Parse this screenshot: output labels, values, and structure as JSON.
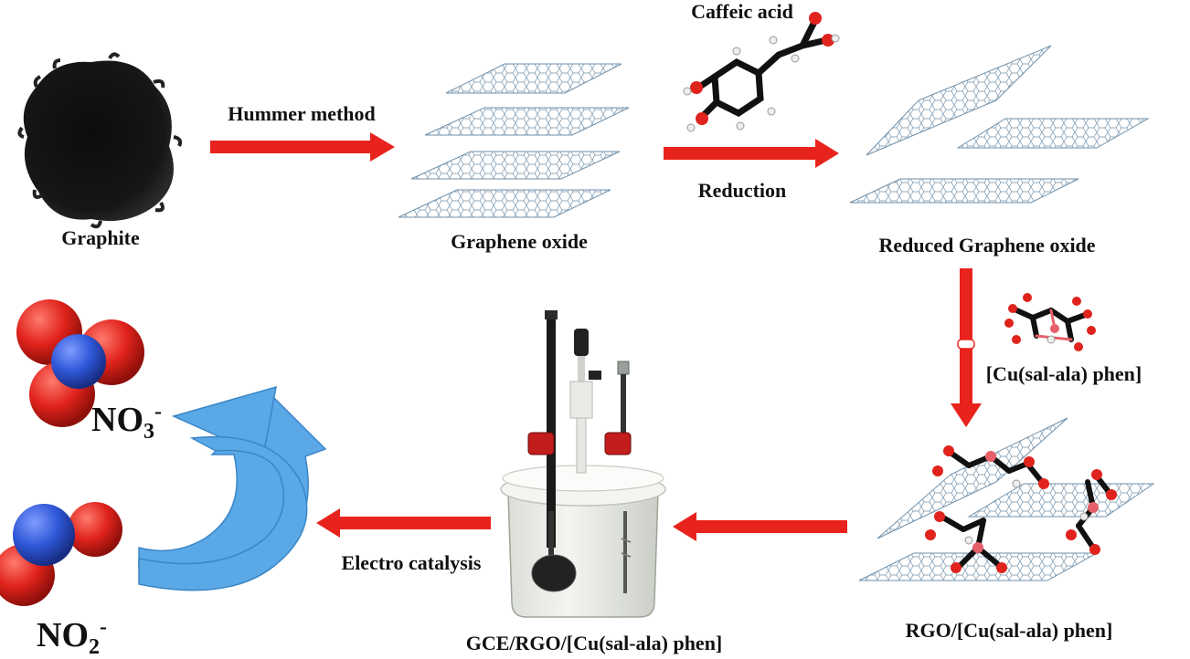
{
  "labels": {
    "graphite": "Graphite",
    "hummer": "Hummer method",
    "graphene_oxide": "Graphene oxide",
    "caffeic_acid": "Caffeic acid",
    "reduction": "Reduction",
    "rgo": "Reduced Graphene oxide",
    "complex": "[Cu(sal-ala) phen]",
    "rgo_complex": "RGO/[Cu(sal-ala) phen]",
    "gce": "GCE/RGO/[Cu(sal-ala) phen]",
    "electro": "Electro catalysis",
    "no3_base": "NO",
    "no3_sub": "3",
    "no3_sup": "-",
    "no2_base": "NO",
    "no2_sub": "2",
    "no2_sup": "-"
  },
  "colors": {
    "arrow_red": "#e8231d",
    "arrow_blue": "#5aa8e6",
    "oxygen": "#e0231c",
    "nitrogen": "#2f57d8",
    "sheet": "#6f8fa8"
  }
}
